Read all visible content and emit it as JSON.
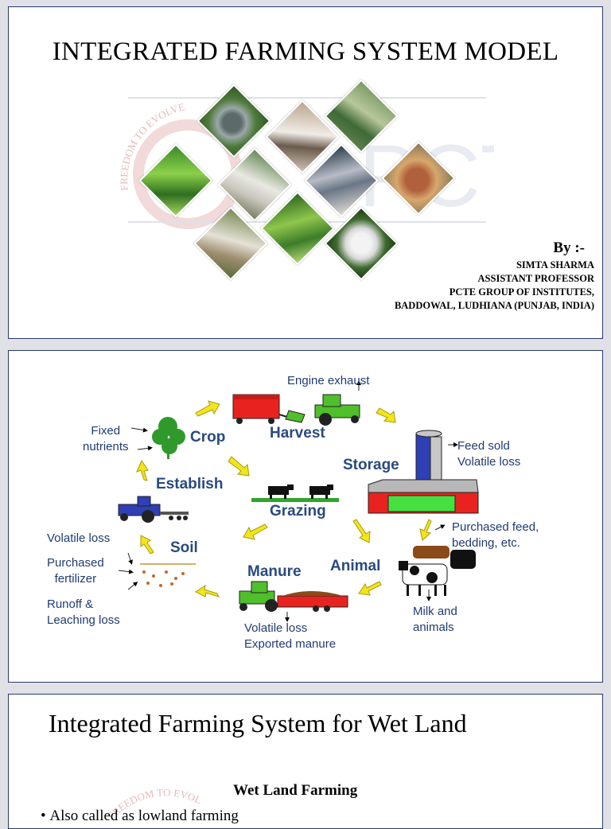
{
  "slide1": {
    "title": "INTEGRATED FARMING SYSTEM MODEL",
    "watermark_arc": "FREEDOM TO EVOLVE",
    "watermark_logo": "PCTE",
    "by": "By :-",
    "credits": [
      "SIMTA SHARMA",
      "ASSISTANT PROFESSOR",
      "PCTE GROUP OF INSTITUTES,",
      "BADDOWAL, LUDHIANA (PUNJAB, INDIA)"
    ],
    "photos": [
      "biogas-plant-photo",
      "poultry-photo",
      "fish-pond-photo",
      "paddy-photo",
      "duck-farm-photo",
      "fish-photo",
      "cattle-photo",
      "goose-photo",
      "maize-photo",
      "mushroom-photo"
    ]
  },
  "slide2": {
    "labels": {
      "engine_exhaust": "Engine exhaust",
      "harvest": "Harvest",
      "crop": "Crop",
      "fixed_nutrients": "Fixed\nnutrients",
      "storage": "Storage",
      "feed_sold": "Feed sold\nVolatile loss",
      "establish": "Establish",
      "grazing": "Grazing",
      "purchased_feed": "Purchased feed,\nbedding, etc.",
      "volatile_loss_left": "Volatile loss",
      "soil": "Soil",
      "purchased_fertilizer": "Purchased\nfertilizer",
      "runoff": "Runoff &\nLeaching loss",
      "manure": "Manure",
      "animal": "Animal",
      "volatile_exported": "Volatile loss\nExported manure",
      "milk": "Milk and\nanimals"
    }
  },
  "slide3": {
    "title": "Integrated Farming System for Wet Land",
    "subtitle": "Wet Land Farming",
    "bullet": "Also called as lowland farming",
    "watermark_arc": "FREEDOM TO EVOLVE"
  },
  "colors": {
    "frame": "#2b3a6b",
    "diagram_text": "#1f3b73",
    "arrow": "#f2e51a"
  }
}
